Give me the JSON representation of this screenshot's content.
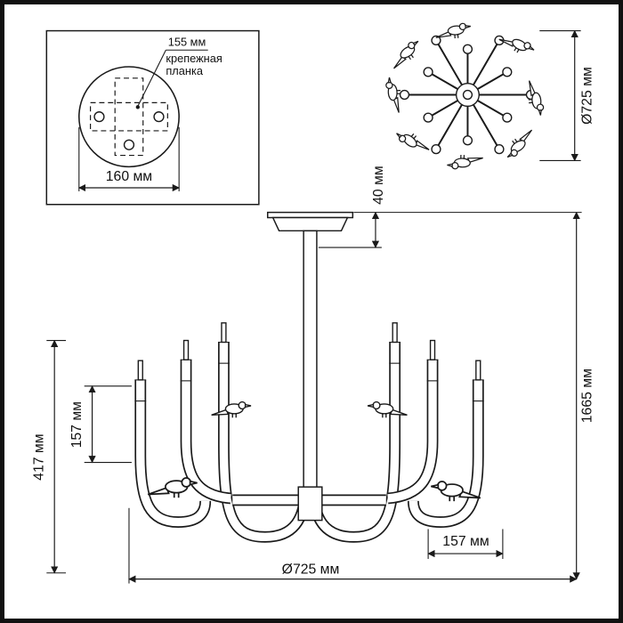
{
  "colors": {
    "line": "#1a1a1a",
    "background": "#ffffff"
  },
  "inset": {
    "hole_spacing_label": "155 мм",
    "bracket_label_line1": "крепежная",
    "bracket_label_line2": "планка",
    "plate_width_label": "160 мм"
  },
  "top_view": {
    "diameter_label": "Ø725 мм"
  },
  "front_view": {
    "canopy_height_label": "40 мм",
    "total_height_label": "1665 мм",
    "body_height_label": "417 мм",
    "candle_height_label": "157 мм",
    "arm_radius_label": "157 мм",
    "diameter_label": "Ø725 мм"
  }
}
